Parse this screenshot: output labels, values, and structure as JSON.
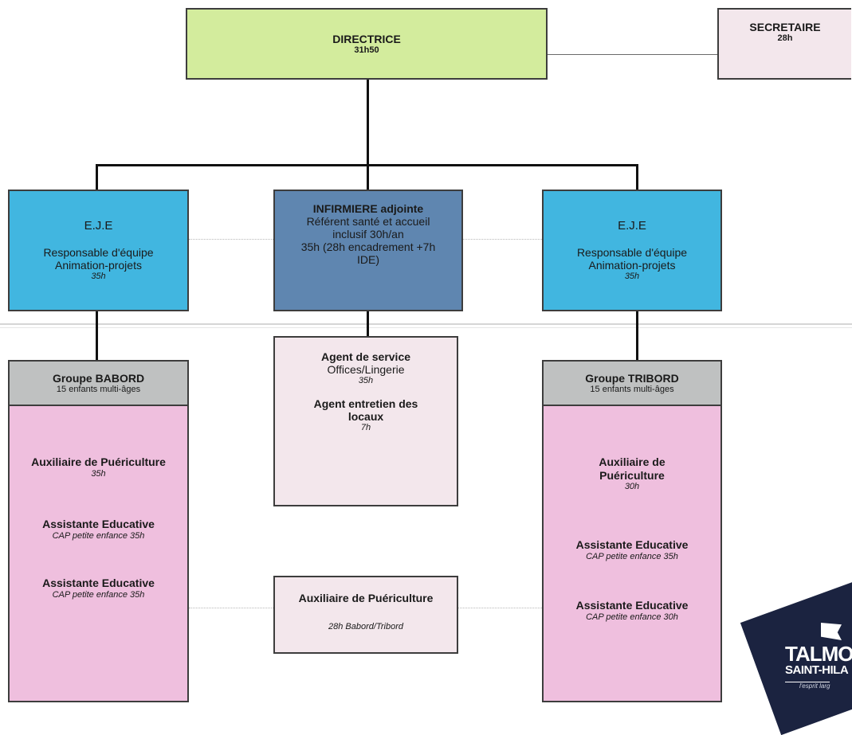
{
  "directrice": {
    "title": "DIRECTRICE",
    "hours": "31h50"
  },
  "secretaire": {
    "title": "SECRETAIRE",
    "hours": "28h"
  },
  "eje_left": {
    "title": "E.J.E",
    "role1": "Responsable d'équipe",
    "role2": "Animation-projets",
    "hours": "35h"
  },
  "infirmiere": {
    "title": "INFIRMIERE adjointe",
    "line1": "Référent santé et accueil",
    "line2": "inclusif 30h/an",
    "line3": "35h (28h encadrement +7h",
    "line4": "IDE)"
  },
  "eje_right": {
    "title": "E.J.E",
    "role1": "Responsable d'équipe",
    "role2": "Animation-projets",
    "hours": "35h"
  },
  "babord": {
    "title": "Groupe BABORD",
    "subtitle": "15 enfants multi-âges",
    "staff": [
      {
        "role": "Auxiliaire de Puériculture",
        "detail": "35h"
      },
      {
        "role": "Assistante Educative",
        "detail": "CAP petite enfance 35h"
      },
      {
        "role": "Assistante Educative",
        "detail": "CAP petite enfance 35h"
      }
    ]
  },
  "agents": {
    "service_title": "Agent de service",
    "service_detail": "Offices/Lingerie",
    "service_hours": "35h",
    "entretien_title_1": "Agent entretien des",
    "entretien_title_2": "locaux",
    "entretien_hours": "7h"
  },
  "tribord": {
    "title": "Groupe TRIBORD",
    "subtitle": "15 enfants multi-âges",
    "staff": [
      {
        "role_1": "Auxiliaire de",
        "role_2": "Puériculture",
        "detail": "30h"
      },
      {
        "role": "Assistante Educative",
        "detail": "CAP petite enfance 35h"
      },
      {
        "role": "Assistante Educative",
        "detail": "CAP petite enfance 30h"
      }
    ]
  },
  "aux_mid": {
    "title": "Auxiliaire de Puériculture",
    "detail": "28h Babord/Tribord"
  },
  "logo": {
    "main": "TALMO",
    "sub": "SAINT-HILA",
    "tag": "l'esprit larg"
  },
  "colors": {
    "directrice": "#d3ec9d",
    "eje": "#41b6e0",
    "infirmiere": "#5f86b0",
    "group_body": "#efbfde",
    "group_head": "#bfc1c1",
    "light_box": "#f3e7ec",
    "logo": "#1b2340"
  }
}
